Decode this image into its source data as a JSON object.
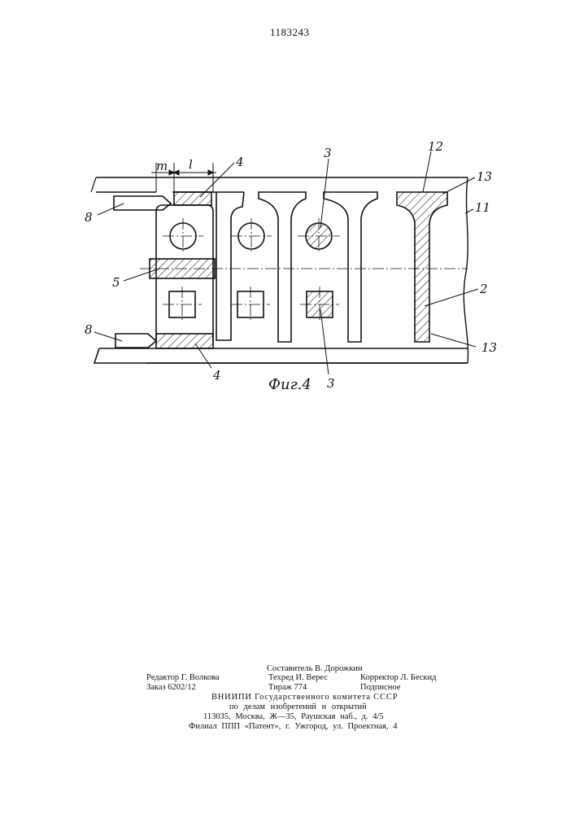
{
  "document": {
    "number": "1183243"
  },
  "figure": {
    "caption": "Фиг.4",
    "labels": {
      "dim_m": "m",
      "dim_l": "l",
      "top_4": "4",
      "top_3": "3",
      "top_12": "12",
      "top_13": "13",
      "right_11": "11",
      "left_8_top": "8",
      "left_5": "5",
      "right_2": "2",
      "left_8_bottom": "8",
      "bottom_4": "4",
      "bottom_3": "3",
      "bottom_13": "13"
    }
  },
  "imprint": {
    "compiler": "Составитель В. Дорожкин",
    "editor": "Редактор Г. Волкова",
    "techred": "Техред И. Верес",
    "corrector": "Корректор Л. Бескид",
    "order": "Заказ 6202/12",
    "circulation": "Тираж 774",
    "subscription": "Подписное",
    "org_line1": "ВНИИПИ Государственного комитета СССР",
    "org_line2": "по делам изобретений и открытий",
    "address": "113035, Москва, Ж—35, Раушская наб., д. 4/5",
    "branch": "Филиал ППП «Патент», г. Ужгород, ул. Проектная, 4"
  }
}
